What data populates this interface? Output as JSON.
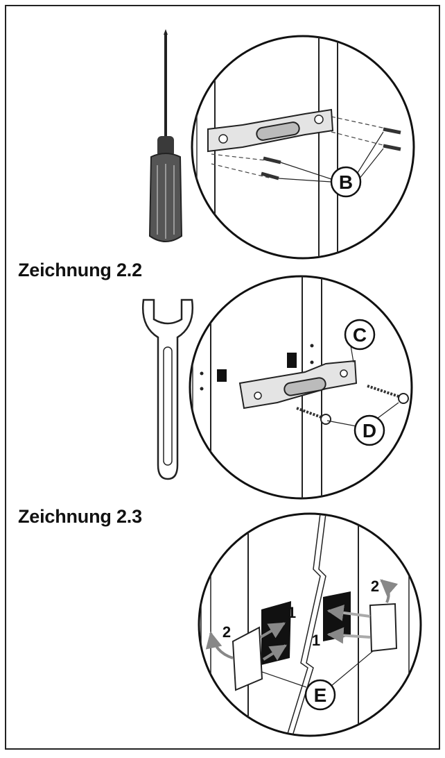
{
  "sections": [
    {
      "heading": "",
      "callouts": [
        "B"
      ]
    },
    {
      "heading": "Zeichnung 2.2",
      "callouts": [
        "C",
        "D"
      ]
    },
    {
      "heading": "Zeichnung 2.3",
      "callouts": [
        "E"
      ],
      "step_numbers": [
        "1",
        "1",
        "2",
        "2"
      ]
    }
  ],
  "tools": [
    "screwdriver-icon",
    "wrench-icon"
  ]
}
